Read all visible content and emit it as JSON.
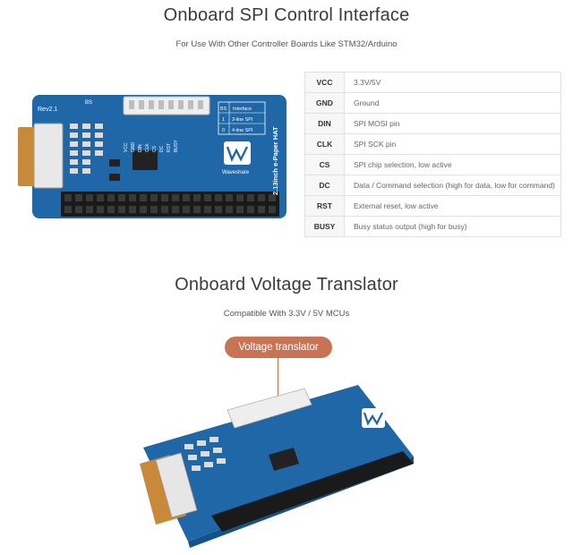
{
  "section1": {
    "title": "Onboard SPI Control Interface",
    "subtitle": "For Use With Other Controller Boards Like STM32/Arduino"
  },
  "pins": [
    {
      "name": "VCC",
      "desc": "3.3V/5V"
    },
    {
      "name": "GND",
      "desc": "Ground"
    },
    {
      "name": "DIN",
      "desc": "SPI MOSI pin"
    },
    {
      "name": "CLK",
      "desc": "SPI SCK pin"
    },
    {
      "name": "CS",
      "desc": "SPI chip selection, low active"
    },
    {
      "name": "DC",
      "desc": "Data / Command selection (high for data, low for command)"
    },
    {
      "name": "RST",
      "desc": "External reset, low active"
    },
    {
      "name": "BUSY",
      "desc": "Busy status output (high for busy)"
    }
  ],
  "board": {
    "revision": "Rev2.1",
    "bs_label": "BS",
    "interface_header": "Interface",
    "bs_col": "BS",
    "mode_1_val": "1",
    "mode_1": "3-line SPI",
    "mode_0_val": "0",
    "mode_0": "4-line SPI",
    "product": "2.13inch e-Paper HAT",
    "brand": "Waveshare",
    "pin_labels": [
      "VCC",
      "GND",
      "DIN",
      "CLK",
      "CS",
      "DC",
      "RST",
      "BUSY"
    ]
  },
  "section2": {
    "title": "Onboard Voltage Translator",
    "subtitle": "Compatible With 3.3V / 5V MCUs",
    "callout": "Voltage translator"
  },
  "colors": {
    "pcb": "#1f67a6",
    "pcb_dark": "#17518a",
    "callout": "#c87454",
    "connector": "#d9d9d9",
    "header": "#1a1a1a"
  }
}
